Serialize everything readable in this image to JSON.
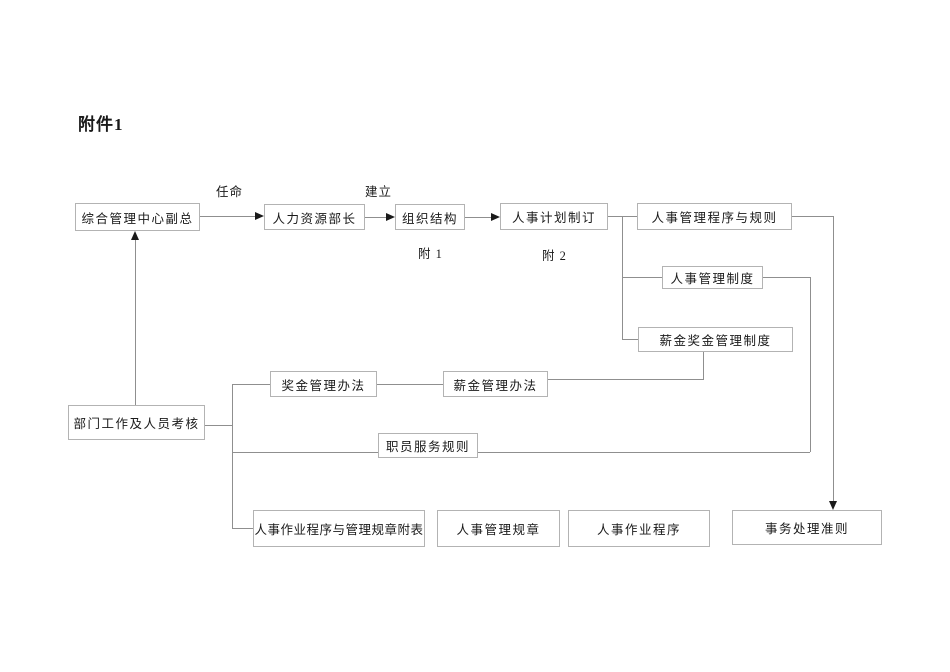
{
  "page": {
    "title": "附件1"
  },
  "diagram": {
    "nodes": {
      "zonghe": "综合管理中心副总",
      "renli": "人力资源部长",
      "zuzhi": "组织结构",
      "jihua": "人事计划制订",
      "chengxu_guize": "人事管理程序与规则",
      "renshi_zhidu": "人事管理制度",
      "xinjiang_zhidu": "薪金奖金管理制度",
      "jiangjin_banfa": "奖金管理办法",
      "xinjin_banfa": "薪金管理办法",
      "zhiyuan_guize": "职员服务规则",
      "bumen_kaohe": "部门工作及人员考核",
      "zuoye_fubiao": "人事作业程序与管理规章附表",
      "guanli_guizhang": "人事管理规章",
      "zuoye_chengxu": "人事作业程序",
      "shiwu_zhunze": "事务处理准则"
    },
    "labels": {
      "renming": "任命",
      "jianli": "建立",
      "fu1": "附 1",
      "fu2": "附 2"
    },
    "colors": {
      "box_border": "#b3b3b3",
      "line": "#8f8f8f",
      "arrow": "#1a1a1a",
      "text": "#1a1a1a"
    }
  }
}
